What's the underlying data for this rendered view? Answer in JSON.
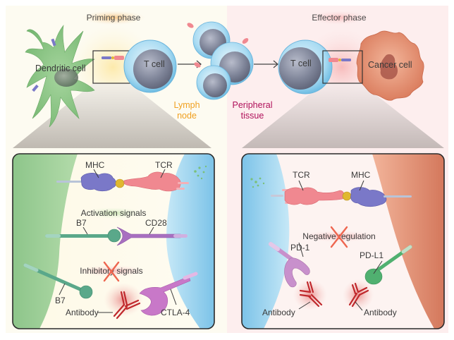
{
  "figure": {
    "left_panel": {
      "phase_title": "Priming phase",
      "cells": {
        "dendritic_cell": "Dendritic cell",
        "t_cell": "T cell"
      },
      "location_label": "Lymph node",
      "location_label_lines": [
        "Lymph",
        "node"
      ],
      "location_color": "#f0a020",
      "background_color": "#fdfbf2"
    },
    "right_panel": {
      "phase_title": "Effector phase",
      "cells": {
        "t_cell": "T cell",
        "cancer_cell": "Cancer cell"
      },
      "location_label": "Peripheral tissue",
      "location_label_lines": [
        "Peripheral",
        "tissue"
      ],
      "location_color": "#b0105a",
      "background_color": "#fdf0f0"
    },
    "left_inset": {
      "row1": {
        "left": "MHC",
        "right": "TCR"
      },
      "signal1": "Activation signals",
      "row2": {
        "left": "B7",
        "right": "CD28"
      },
      "signal2": "Inhibitory signals",
      "signal2_blocked": true,
      "row3": {
        "left": "B7",
        "right": "CTLA-4",
        "blocker": "Antibody"
      }
    },
    "right_inset": {
      "row1": {
        "left": "TCR",
        "right": "MHC"
      },
      "signal": "Negative regulation",
      "signal_blocked": true,
      "row2": {
        "left": "PD-1",
        "right": "PD-L1"
      },
      "blockers": [
        "Antibody",
        "Antibody"
      ]
    },
    "colors": {
      "dendritic": "#8cc48a",
      "t_cell_membrane": "#a8d8f0",
      "t_cell_nucleus": "#7a8098",
      "cancer": "#e89a7c",
      "cancer_nucleus": "#a0584a",
      "mhc": "#7a78c8",
      "tcr": "#f08890",
      "antigen": "#e0b830",
      "b7": "#5aa88a",
      "cd28": "#a870c0",
      "ctla4": "#c878c8",
      "pd1": "#c890cc",
      "pdl1": "#50b070",
      "antibody": "#c0282c",
      "block_x": "#ee6650"
    }
  }
}
